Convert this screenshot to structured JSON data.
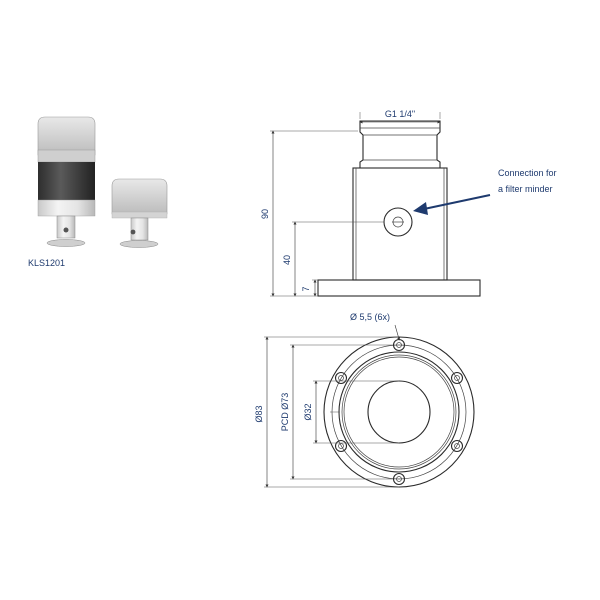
{
  "product": {
    "model": "KLS1201"
  },
  "side_view": {
    "thread_label": "G1 1/4\"",
    "height_total": "90",
    "height_port": "40",
    "height_flange": "7"
  },
  "callout": {
    "line1": "Connection for",
    "line2": "a filter minder"
  },
  "top_view": {
    "holes_label": "Ø 5,5 (6x)",
    "outer_dia": "Ø83",
    "pcd_dia": "PCD Ø73",
    "bore_dia": "Ø32"
  },
  "colors": {
    "dimension_text": "#1e3a6e",
    "arrow": "#1e3a6e",
    "line": "#2a2a2a"
  }
}
